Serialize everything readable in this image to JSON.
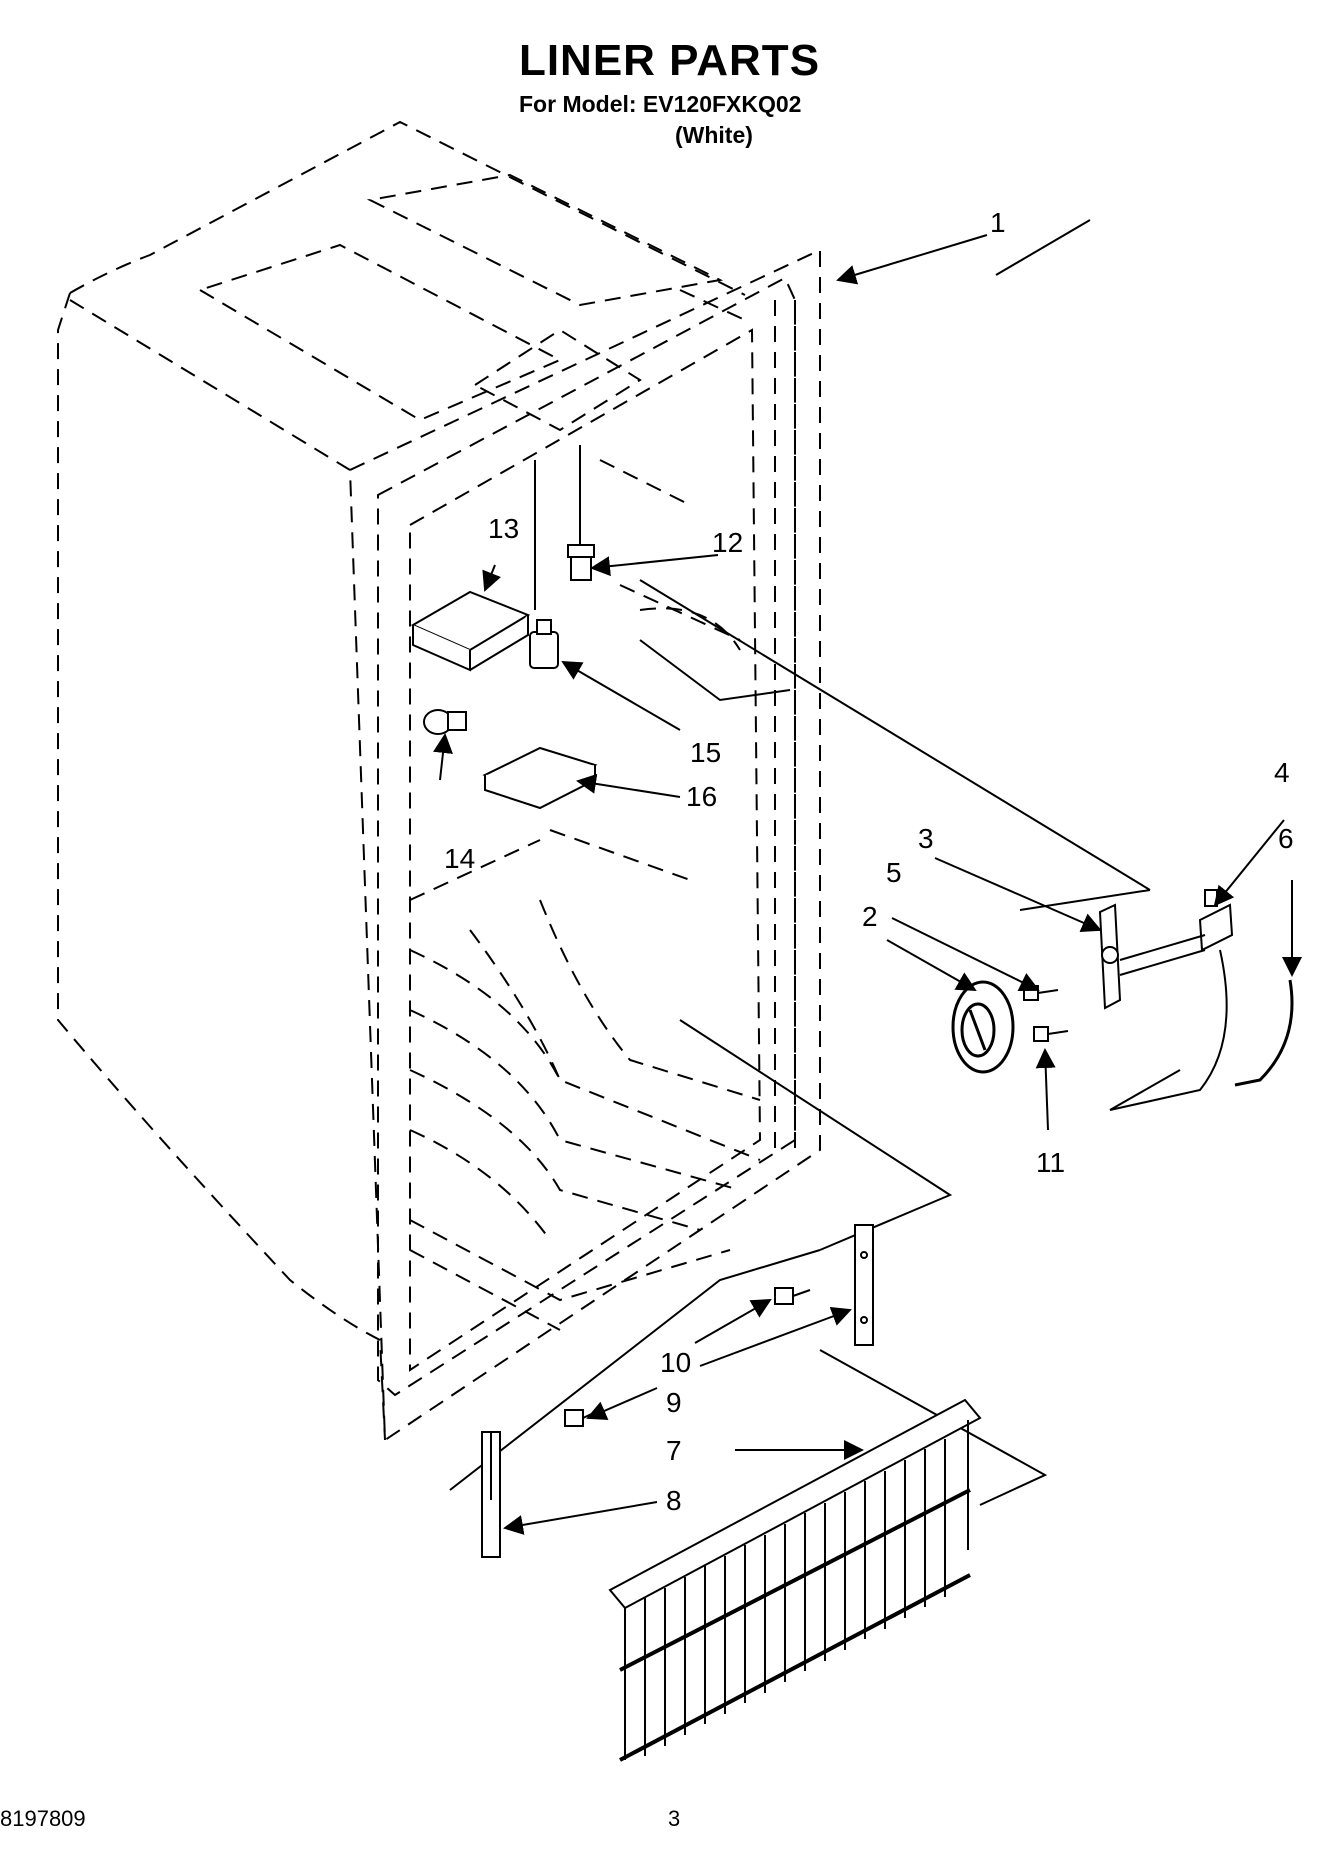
{
  "header": {
    "title": "LINER PARTS",
    "model_line": "For Model: EV120FXKQ02",
    "color_line": "(White)"
  },
  "callouts": [
    "1",
    "2",
    "3",
    "4",
    "5",
    "6",
    "7",
    "8",
    "9",
    "10",
    "11",
    "12",
    "13",
    "14",
    "15",
    "16"
  ],
  "footer": {
    "doc_number": "8197809",
    "page_number": "3"
  }
}
